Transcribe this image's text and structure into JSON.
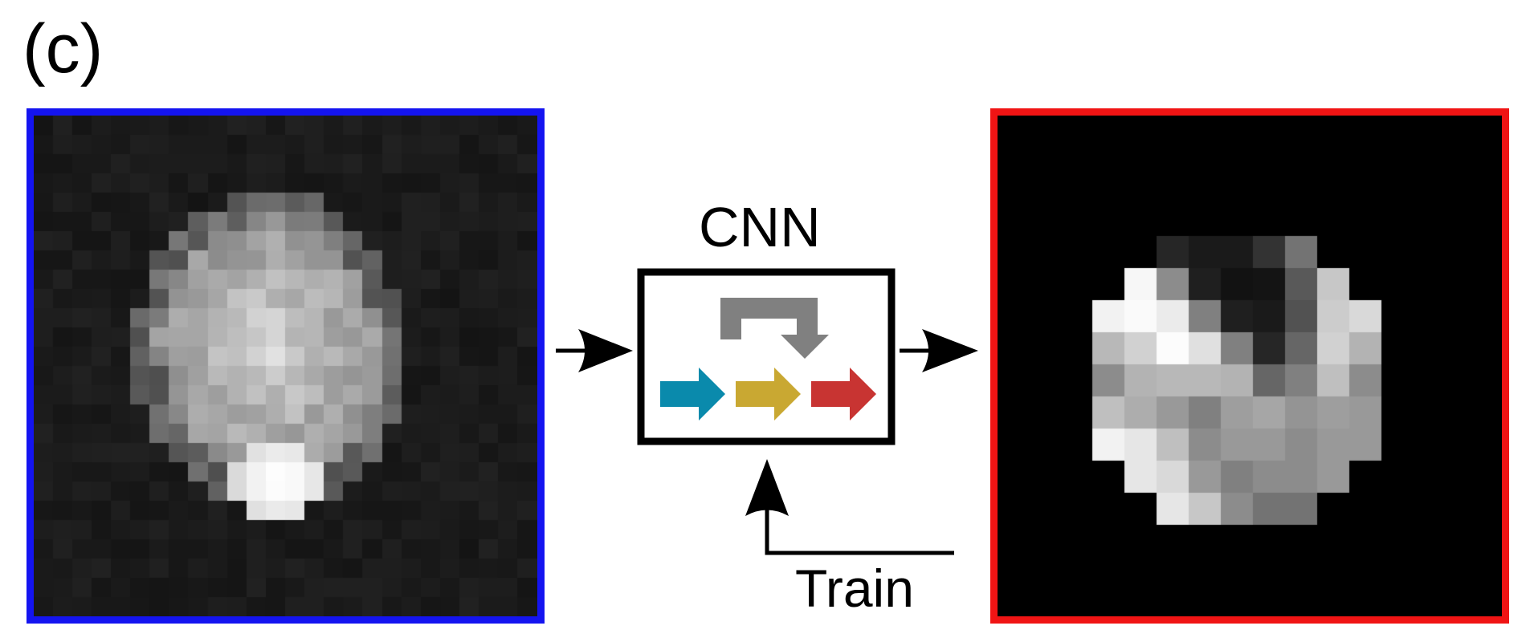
{
  "panel_label": "(c)",
  "cnn_label": "CNN",
  "train_label": "Train",
  "colors": {
    "input_frame": "#1414f0",
    "output_frame": "#f01414",
    "skip_arrow": "#808080",
    "block_1": "#0a8aac",
    "block_2": "#c9a832",
    "block_3": "#c83432"
  },
  "input_image": {
    "description_icon": "mri-scan-image",
    "grid": 26
  },
  "output_image": {
    "description_icon": "low-resolution-map-image",
    "grid": 9,
    "levels": [
      [
        0,
        0,
        0,
        0,
        0,
        0,
        0,
        0,
        0
      ],
      [
        0,
        0,
        0.15,
        0.1,
        0.1,
        0.2,
        0.45,
        0,
        0
      ],
      [
        0,
        0.97,
        0.55,
        0.12,
        0.07,
        0.08,
        0.35,
        0.78,
        0
      ],
      [
        0.95,
        0.98,
        0.92,
        0.5,
        0.12,
        0.1,
        0.32,
        0.8,
        0.85
      ],
      [
        0.72,
        0.82,
        0.99,
        0.88,
        0.5,
        0.15,
        0.4,
        0.82,
        0.7
      ],
      [
        0.55,
        0.7,
        0.72,
        0.72,
        0.7,
        0.4,
        0.5,
        0.75,
        0.55
      ],
      [
        0.75,
        0.68,
        0.6,
        0.5,
        0.62,
        0.65,
        0.58,
        0.62,
        0.6
      ],
      [
        0.95,
        0.9,
        0.75,
        0.55,
        0.6,
        0.6,
        0.55,
        0.6,
        0.6
      ],
      [
        0,
        0.9,
        0.85,
        0.6,
        0.5,
        0.55,
        0.55,
        0.6,
        0
      ],
      [
        0,
        0,
        0.9,
        0.78,
        0.55,
        0.45,
        0.45,
        0,
        0
      ]
    ]
  }
}
